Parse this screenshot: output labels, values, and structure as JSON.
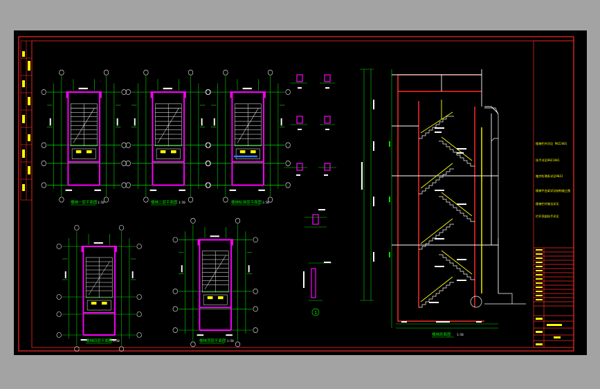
{
  "drawing": {
    "colors": {
      "background": "#000000",
      "frame": "#ff2a2a",
      "grid": "#00e000",
      "wall": "#ff00ff",
      "stair": "#ffffff",
      "note": "#ffff00",
      "axis_bubble": "#ffffff",
      "slab": "#3a7bff"
    },
    "plan_titles": {
      "p1": "楼梯一层平面图",
      "p2": "楼梯二层平面图",
      "p3": "楼梯标准层平面图",
      "p4": "楼梯四层平面图",
      "p5": "楼梯顶层平面图",
      "section": "楼梯剖面图"
    },
    "scale": "1:50",
    "detail_bubble": "1",
    "notes": [
      "楼梯栏杆详见 98ZJ401",
      "扶手详见98ZJ401",
      "踏步防滑条详见98ZJ",
      "楼梯平台梁详见结构施工图",
      "楼梯栏杆做法详见",
      "栏杆顶部扶手详见"
    ]
  }
}
